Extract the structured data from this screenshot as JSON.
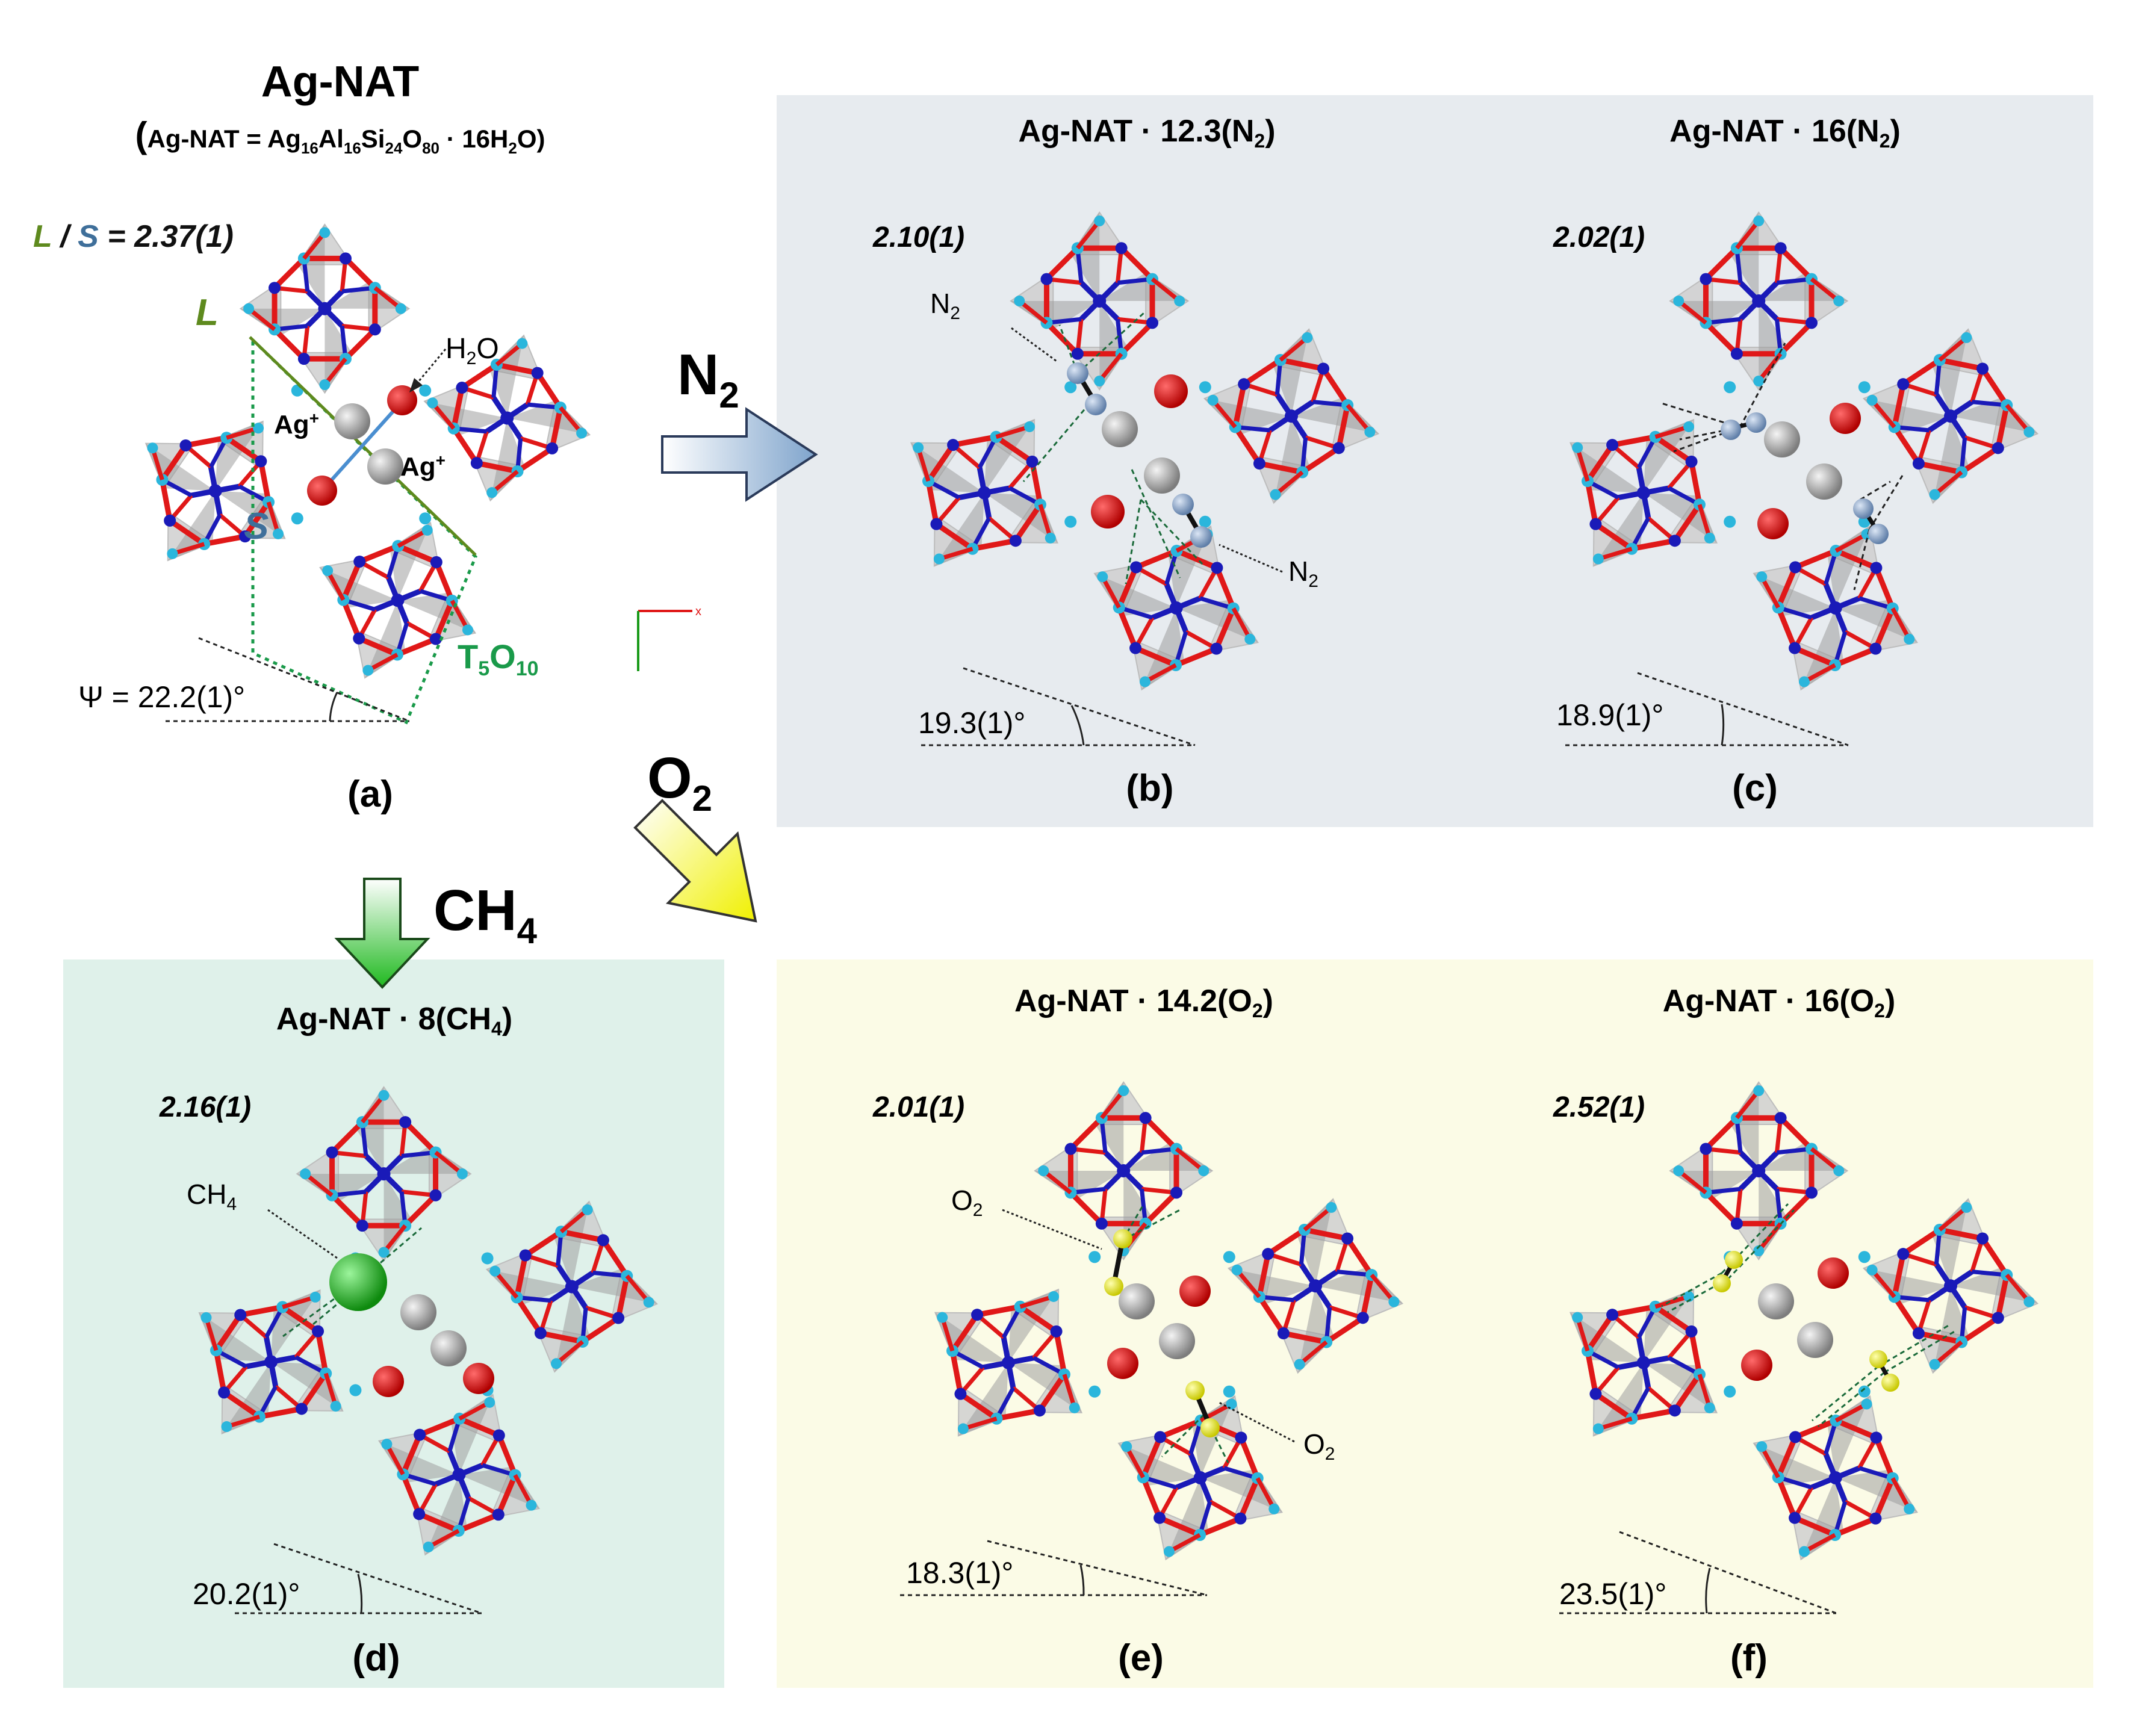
{
  "panels": {
    "a": {
      "title": "Ag-NAT",
      "formula": {
        "pre": "(",
        "t1": "Ag-NAT = Ag",
        "s1": "16",
        "t2": "Al",
        "s2": "16",
        "t3": "Si",
        "s3": "24",
        "t4": "O",
        "s4": "80",
        "t5": " · 16H",
        "s5": "2",
        "t6": "O)"
      },
      "ratio_l": "L",
      "ratio_sep": " / ",
      "ratio_s": "S",
      "ratio_val": " = 2.37(1)",
      "label_L": "L",
      "label_S": "S",
      "label_h2o": {
        "a": "H",
        "sub": "2",
        "b": "O"
      },
      "label_ag1": {
        "a": "Ag",
        "sup": "+"
      },
      "label_ag2": {
        "a": "Ag",
        "sup": "+"
      },
      "t5o10": {
        "a": "T",
        "s1": "5",
        "b": "O",
        "s2": "10"
      },
      "angle": "Ψ = 22.2(1)°",
      "caption": "(a)"
    },
    "b": {
      "title": {
        "a": "Ag-NAT · 12.3(N",
        "sub": "2",
        "b": ")"
      },
      "value": "2.10(1)",
      "angle": "19.3(1)°",
      "caption": "(b)",
      "guest1": {
        "a": "N",
        "sub": "2"
      },
      "guest2": {
        "a": "N",
        "sub": "2"
      }
    },
    "c": {
      "title": {
        "a": "Ag-NAT · 16(N",
        "sub": "2",
        "b": ")"
      },
      "value": "2.02(1)",
      "angle": "18.9(1)°",
      "caption": "(c)"
    },
    "d": {
      "title": {
        "a": "Ag-NAT · 8(CH",
        "sub": "4",
        "b": ")"
      },
      "value": "2.16(1)",
      "angle": "20.2(1)°",
      "caption": "(d)",
      "guest1": {
        "a": "CH",
        "sub": "4"
      }
    },
    "e": {
      "title": {
        "a": "Ag-NAT · 14.2(O",
        "sub": "2",
        "b": ")"
      },
      "value": "2.01(1)",
      "angle": "18.3(1)°",
      "caption": "(e)",
      "guest1": {
        "a": "O",
        "sub": "2"
      },
      "guest2": {
        "a": "O",
        "sub": "2"
      }
    },
    "f": {
      "title": {
        "a": "Ag-NAT · 16(O",
        "sub": "2",
        "b": ")"
      },
      "value": "2.52(1)",
      "angle": "23.5(1)°",
      "caption": "(f)"
    }
  },
  "arrows": {
    "n2": {
      "a": "N",
      "sub": "2"
    },
    "o2": {
      "a": "O",
      "sub": "2"
    },
    "ch4": {
      "a": "CH",
      "sub": "4"
    }
  },
  "colors": {
    "bg_nitrogen": "#e7ebef",
    "bg_methane": "#dff1ea",
    "bg_oxygen": "#fbfbe6",
    "ratio_L": "#5e8a1e",
    "ratio_S": "#3f6f9a",
    "t5o10": "#1a9a4a",
    "bond_o": "#e01818",
    "tet_si": "#2bb6dc",
    "tet_al": "#1a1ab8",
    "ag": "#9a9a9a",
    "water": "#d40000",
    "n2": "#7f9bbf",
    "o2": "#e8e800",
    "ch4": "#19b419"
  }
}
